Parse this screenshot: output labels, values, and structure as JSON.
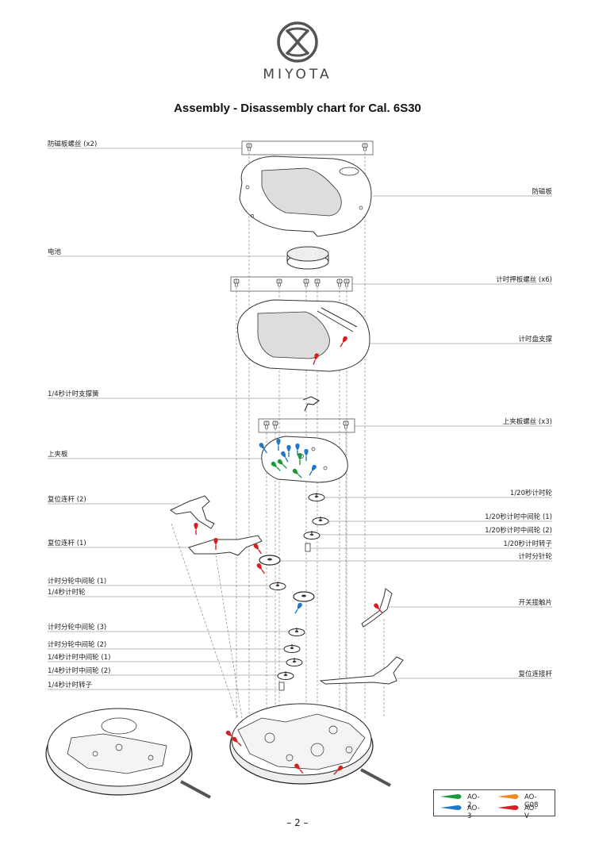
{
  "brand": {
    "name": "MIYOTA"
  },
  "title": "Assembly - Disassembly chart for Cal. 6S30",
  "page_number": "– 2 –",
  "parts_left": [
    "防磁板螺丝 (x2)",
    "电池",
    "1/4秒计时支撑簧",
    "上夹板",
    "复位连杆 (2)",
    "复位连杆 (1)",
    "计时分轮中间轮 (1)",
    "1/4秒计时轮",
    "计时分轮中间轮 (3)",
    "计时分轮中间轮 (2)",
    "1/4秒计时中间轮 (1)",
    "1/4秒计时中间轮 (2)",
    "1/4秒计时转子"
  ],
  "parts_right": [
    "防磁板",
    "计时押板螺丝 (x6)",
    "计时盘支撑",
    "上夹板螺丝 (x3)",
    "1/20秒计时轮",
    "1/20秒计时中间轮 (1)",
    "1/20秒计时中间轮 (2)",
    "1/20秒计时转子",
    "计时分针轮",
    "开关接触片",
    "复位连接杆"
  ],
  "legend": [
    {
      "label": "AO-2",
      "color": "#1a9a3a"
    },
    {
      "label": "AO-G08",
      "color": "#f08a1c"
    },
    {
      "label": "AO-3",
      "color": "#1f78c8"
    },
    {
      "label": "AO-V",
      "color": "#d42020"
    }
  ]
}
